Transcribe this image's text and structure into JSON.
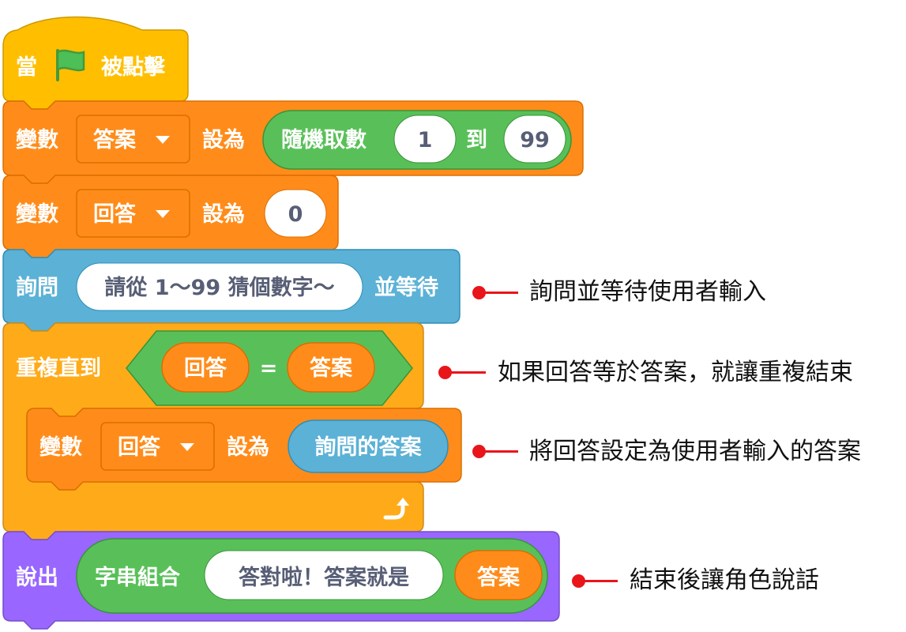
{
  "colors": {
    "events": "#ffbf00",
    "events_border": "#cc9900",
    "variables": "#ff8c1a",
    "variables_border": "#db6e00",
    "sensing": "#5cb1d6",
    "sensing_border": "#2e8eb8",
    "control": "#ffab19",
    "control_border": "#cf8b17",
    "looks": "#9966ff",
    "looks_border": "#774dcb",
    "operators": "#59c059",
    "operators_border": "#389438",
    "annotation": "#e8151b"
  },
  "blocks": {
    "hat": {
      "when": "當",
      "flag_icon": "green-flag-icon",
      "clicked": "被點擊"
    },
    "set_answer": {
      "label": "變數",
      "variable": "答案",
      "to": "設為",
      "random": {
        "label": "隨機取數",
        "from": "1",
        "and": "到",
        "to": "99"
      }
    },
    "set_reply": {
      "label": "變數",
      "variable": "回答",
      "to": "設為",
      "value": "0"
    },
    "ask": {
      "label": "詢問",
      "question": "請從 1～99 猜個數字～",
      "wait": "並等待"
    },
    "repeat_until": {
      "label": "重複直到",
      "condition": {
        "left": "回答",
        "op": "=",
        "right": "答案"
      },
      "loop_icon": "loop-arrow-icon",
      "inner": {
        "label": "變數",
        "variable": "回答",
        "to": "設為",
        "value": "詢問的答案"
      }
    },
    "say": {
      "label": "說出",
      "join": {
        "label": "字串組合",
        "text": "答對啦！答案就是",
        "value": "答案"
      }
    }
  },
  "annotations": [
    "詢問並等待使用者輸入",
    "如果回答等於答案，就讓重複結束",
    "將回答設定為使用者輸入的答案",
    "結束後讓角色說話"
  ]
}
